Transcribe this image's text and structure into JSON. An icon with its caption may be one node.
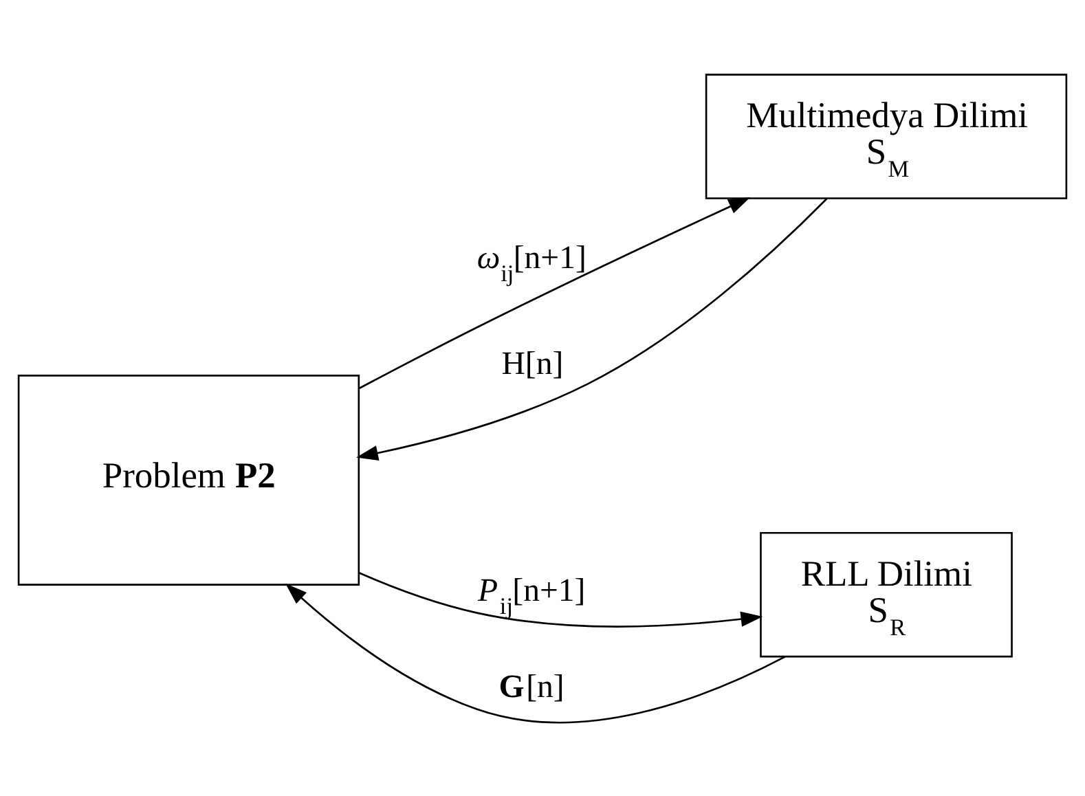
{
  "diagram": {
    "nodes": [
      {
        "text": [
          "Multimedya Dilimi",
          "S$_{M}$"
        ]
      },
      {
        "text": [
          "Problem **P2**"
        ]
      },
      {
        "text": [
          "RLL Dilimi",
          "S$_{R}$"
        ]
      }
    ],
    "edges": [
      {
        "from": 0,
        "to": 1,
        "arrow": "to",
        "label": "H[n]"
      },
      {
        "from": 1,
        "to": 0,
        "arrow": "to",
        "label": "*ω*$_{ij}$[n+1]"
      },
      {
        "from": 1,
        "to": 2,
        "arrow": "to",
        "label": "*P*$_{ij}$[n+1]"
      },
      {
        "from": 2,
        "to": 1,
        "arrow": "to",
        "label": "**G**[n]"
      }
    ]
  }
}
